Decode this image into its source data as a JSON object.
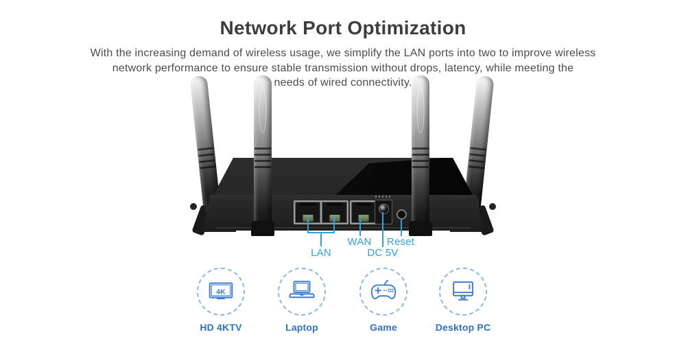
{
  "header": {
    "title": "Network Port Optimization",
    "subtitle_lines": [
      "With the increasing demand of wireless usage, we simplify the LAN ports into two to improve wireless",
      "network performance to ensure stable transmission without drops, latency, while meeting the",
      "needs of wired connectivity."
    ]
  },
  "router": {
    "labels": {
      "lan": "LAN",
      "wan": "WAN",
      "dc_power": "DC 5V",
      "reset": "Reset"
    },
    "ports": {
      "lan_count": 2,
      "wan_count": 1,
      "antenna_count": 4
    }
  },
  "devices": [
    {
      "label": "HD 4KTV",
      "icon": "tv-4k-icon",
      "screen_text": "4K"
    },
    {
      "label": "Laptop",
      "icon": "laptop-icon"
    },
    {
      "label": "Game",
      "icon": "gamepad-icon"
    },
    {
      "label": "Desktop PC",
      "icon": "desktop-icon"
    }
  ],
  "colors": {
    "callout_blue": "#2da2e2",
    "icon_stroke_blue": "#3b7cd0",
    "device_label_blue": "#2e72c8",
    "dashed_circle_blue": "#8cb6e9",
    "title_gray": "#3e3e3e",
    "body_text_gray": "#4c4c4c",
    "router_body": "#262626"
  }
}
